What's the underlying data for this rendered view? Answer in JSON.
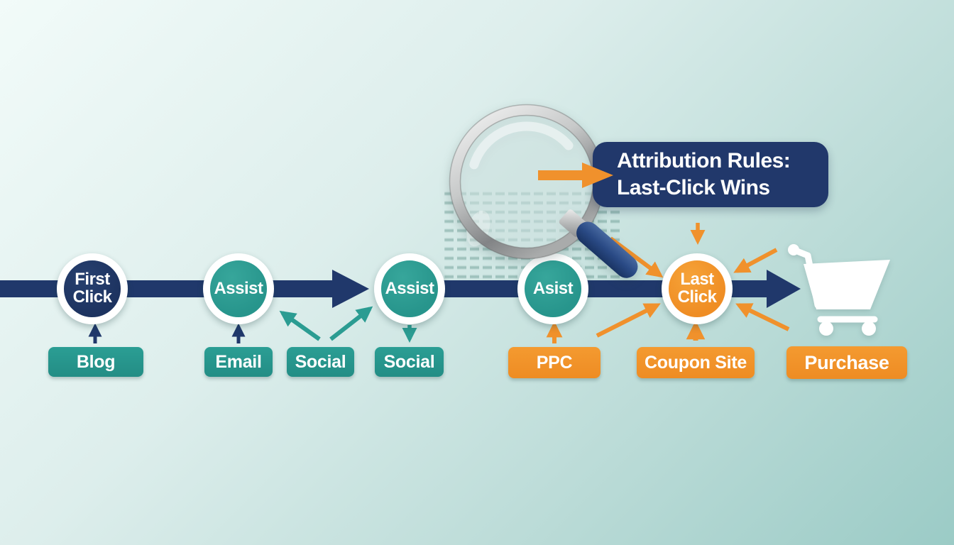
{
  "callout": {
    "line1": "Attribution Rules:",
    "line2": "Last-Click Wins"
  },
  "nodes": [
    {
      "id": "first-click",
      "lines": [
        "First",
        "Click"
      ],
      "color": "navy"
    },
    {
      "id": "assist-1",
      "lines": [
        "Assist"
      ],
      "color": "teal"
    },
    {
      "id": "assist-2",
      "lines": [
        "Assist"
      ],
      "color": "teal"
    },
    {
      "id": "assist-3",
      "lines": [
        "Asist"
      ],
      "color": "teal"
    },
    {
      "id": "last-click",
      "lines": [
        "Last",
        "Click"
      ],
      "color": "orange"
    }
  ],
  "chips": [
    {
      "text": "Blog",
      "color": "teal"
    },
    {
      "text": "Email",
      "color": "teal"
    },
    {
      "text": "Social",
      "color": "teal"
    },
    {
      "text": "Social",
      "color": "teal"
    },
    {
      "text": "PPC",
      "color": "orange"
    },
    {
      "text": "Coupon Site",
      "color": "orange"
    },
    {
      "text": "Purchase",
      "color": "orange"
    }
  ],
  "icons": {
    "magnifier": "magnifying-glass-icon",
    "cart": "shopping-cart-icon"
  },
  "colors": {
    "navy": "#20386b",
    "teal": "#2b9c92",
    "orange": "#f0912c",
    "handle_blue": "#2a4a85",
    "background_top_left": "#f2fbf9",
    "background_bottom_right": "#9bcbc6",
    "white": "#ffffff"
  }
}
